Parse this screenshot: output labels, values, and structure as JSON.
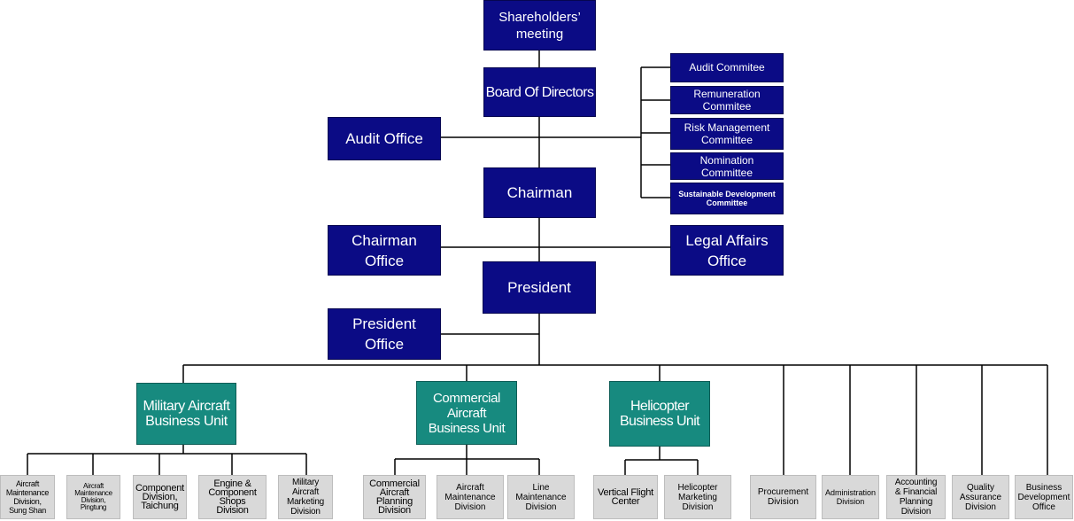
{
  "org": {
    "shareholders": "Shareholders’\nmeeting",
    "board": "Board Of Directors",
    "audit_office": "Audit  Office",
    "chairman": "Chairman",
    "chairman_office": "Chairman\nOffice",
    "legal_affairs": "Legal Affairs\nOffice",
    "president": "President",
    "president_office": "President\nOffice",
    "committees": {
      "audit": "Audit Commitee",
      "remuneration": "Remuneration\nCommitee",
      "risk": "Risk Management\nCommittee",
      "nomination": "Nomination\nCommittee",
      "sustainable": "Sustainable Development\nCommittee"
    },
    "business_units": {
      "military": "Military Aircraft\nBusiness Unit",
      "commercial": "Commercial\nAircraft\nBusiness Unit",
      "helicopter": "Helicopter\nBusiness Unit"
    },
    "divisions": {
      "mil_songshan": "Aircraft\nMaintenance\nDivision,\nSung Shan",
      "mil_pingtung": "Aircraft\nMaintenance\nDivision,\nPingtung",
      "mil_component": "Component\nDivision,\nTaichung",
      "mil_engine": "Engine &\nComponent\nShops\nDivision",
      "mil_marketing": "Military\nAircraft\nMarketing\nDivision",
      "com_planning": "Commercial\nAircraft\nPlanning\nDivision",
      "com_maintenance": "Aircraft\nMaintenance\nDivision",
      "com_line": "Line\nMaintenance\nDivision",
      "heli_vertical": "Vertical Flight\nCenter",
      "heli_marketing": "Helicopter\nMarketing\nDivision",
      "procurement": "Procurement\nDivision",
      "administration": "Administration\nDivision",
      "accounting": "Accounting\n& Financial\nPlanning\nDivision",
      "quality": "Quality\nAssurance\nDivision",
      "business_dev": "Business\nDevelopment\nOffice"
    }
  },
  "colors": {
    "governance_box": "#0b0b85",
    "business_unit_box": "#178a7f",
    "division_box": "#d9d9d9",
    "connector": "#000000"
  }
}
